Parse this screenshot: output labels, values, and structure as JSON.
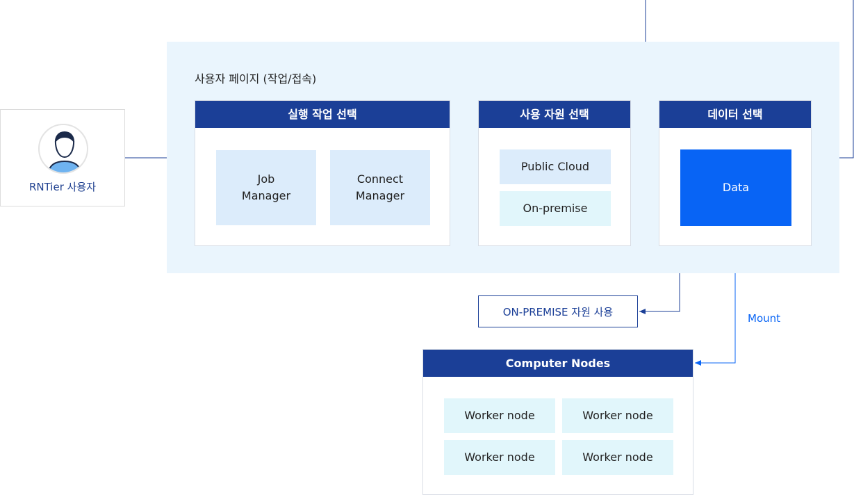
{
  "user": {
    "label": "RNTier 사용자",
    "icon": "user-avatar-icon"
  },
  "panel": {
    "title": "사용자 페이지 (작업/접속)"
  },
  "job_group": {
    "title": "실행 작업 선택",
    "items": [
      "Job\nManager",
      "Connect\nManager"
    ]
  },
  "resource_group": {
    "title": "사용 자원 선택",
    "items": [
      "Public Cloud",
      "On-premise"
    ]
  },
  "data_group": {
    "title": "데이터 선택",
    "item": "Data"
  },
  "onprem_box": {
    "label": "ON-PREMISE 자원 사용"
  },
  "mount": {
    "label": "Mount"
  },
  "compute": {
    "title": "Computer Nodes",
    "nodes": [
      "Worker node",
      "Worker node",
      "Worker node",
      "Worker node"
    ]
  },
  "colors": {
    "header": "#1b3f97",
    "data_tile": "#0864f5",
    "panel_bg": "#eaf5fd",
    "mount": "#0864f5"
  }
}
